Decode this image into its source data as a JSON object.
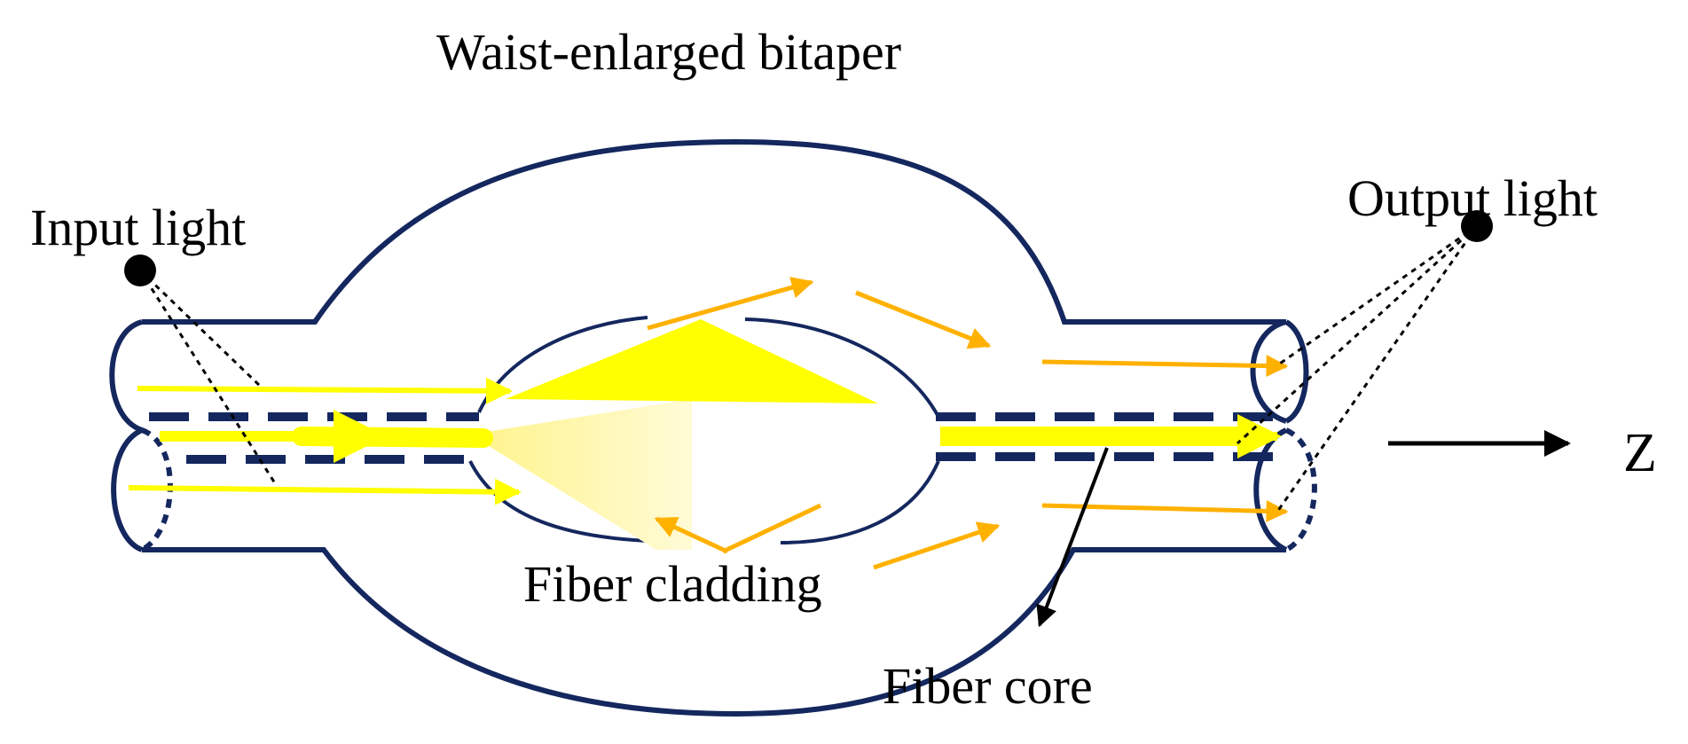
{
  "labels": {
    "title": "Waist-enlarged bitaper",
    "input_light": "Input light",
    "output_light": "Output light",
    "axis": "Z",
    "fiber_cladding": "Fiber cladding",
    "fiber_core": "Fiber core"
  },
  "colors": {
    "outline": "#14275e",
    "light_main": "#ffff00",
    "light_orange": "#ffb100",
    "light_pale": "#fff4a0",
    "pointer": "#000000"
  }
}
